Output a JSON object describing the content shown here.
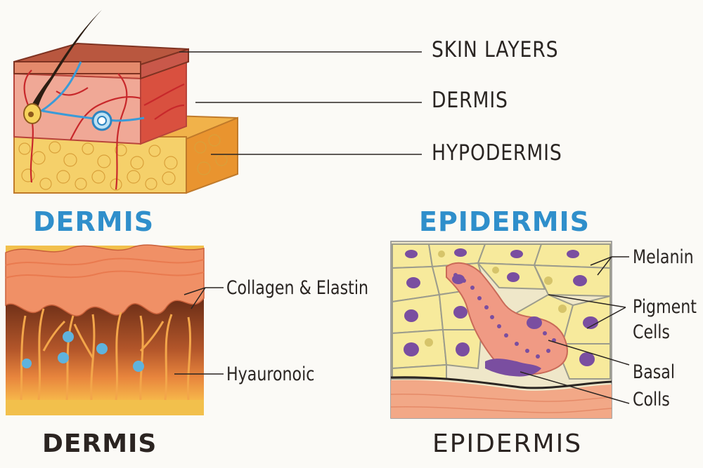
{
  "labels": {
    "skin_layers": "SKIN LAYERS",
    "dermis_right": "DERMIS",
    "hypodermis": "HYPODERMIS",
    "collagen_elastin": "Collagen & Elastin",
    "hyaluronic": "Hyauronoic",
    "melanin": "Melanin",
    "pigment_cells_line1": "Pigment",
    "pigment_cells_line2": "Cells",
    "basal_cells_line1": "Basal",
    "basal_cells_line2": "Colls"
  },
  "headings": {
    "dermis_blue": "DERMIS",
    "epidermis_blue": "EPIDERMIS",
    "dermis_bottom": "DERMIS",
    "epidermis_bottom": "EPIDERMIS"
  },
  "colors": {
    "heading_blue": "#2f8fcb",
    "text_dark": "#2a2522",
    "epidermis_pink": "#e9a08a",
    "dermis_red": "#e0615a",
    "hypodermis_yellow": "#f2c65b",
    "cell_yellow": "#f6e9a0",
    "nucleus_purple": "#7a4ea0"
  }
}
